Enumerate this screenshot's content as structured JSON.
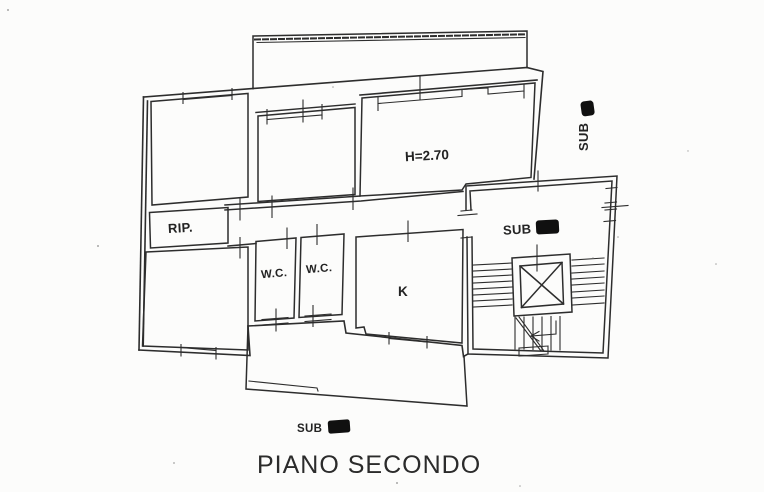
{
  "document": {
    "title": "PIANO SECONDO",
    "colors": {
      "ink": "#2d2d2d",
      "marker": "#101010",
      "paper": "#fcfcfb"
    },
    "rooms": {
      "living": {
        "label": "H=2.70"
      },
      "storage": {
        "label": "RIP."
      },
      "wc_left": {
        "label": "W.C."
      },
      "wc_right": {
        "label": "W.C."
      },
      "kitchen": {
        "label": "K"
      }
    },
    "annotations": {
      "stair_sub": {
        "label": "SUB"
      },
      "side_sub": {
        "label": "SUB"
      },
      "bottom_sub": {
        "label": "SUB"
      }
    }
  }
}
